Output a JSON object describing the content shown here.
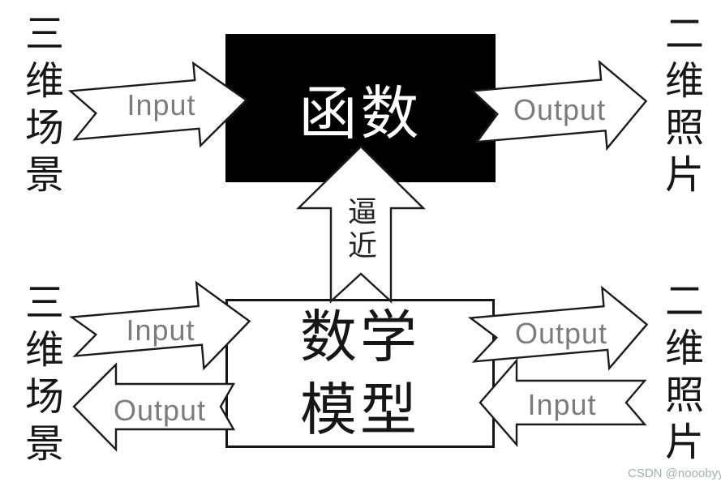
{
  "scene_labels": {
    "top_left": "三维场景",
    "top_right": "二维照片",
    "bottom_left": "三维场景",
    "bottom_right": "二维照片"
  },
  "function_box": {
    "label": "函数"
  },
  "model_box": {
    "line1": "数学",
    "line2": "模型"
  },
  "approx_arrow": {
    "label": "逼近"
  },
  "flow_labels": {
    "top_input": "Input",
    "top_output": "Output",
    "bottom_left_input": "Input",
    "bottom_left_output": "Output",
    "bottom_right_output": "Output",
    "bottom_right_input": "Input"
  },
  "watermark": "CSDN @nooobyy",
  "colors": {
    "function_box_fill": "#000000",
    "outline": "#1b1b1b",
    "flow_label_gray": "#7c7c7c",
    "watermark_gray": "#a7acb1"
  }
}
